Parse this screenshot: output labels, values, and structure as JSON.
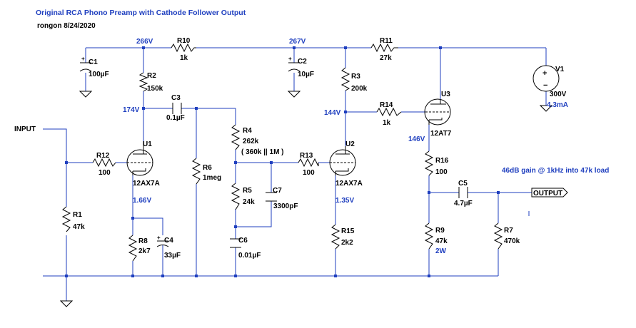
{
  "title": "Original RCA Phono Preamp with Cathode Follower Output",
  "author": "rongon 8/24/2020",
  "annotation": "46dB gain @ 1kHz into 47k load",
  "ports": {
    "input": "INPUT",
    "output": "OUTPUT"
  },
  "node_voltages": {
    "v266": "266V",
    "v267": "267V",
    "v174": "174V",
    "v144": "144V",
    "v146": "146V",
    "v166": "1.66V",
    "v135": "1.35V"
  },
  "components": {
    "R1": {
      "name": "R1",
      "value": "47k"
    },
    "R2": {
      "name": "R2",
      "value": "150k"
    },
    "R3": {
      "name": "R3",
      "value": "200k"
    },
    "R4": {
      "name": "R4",
      "value": "262k",
      "note": "( 360k || 1M )"
    },
    "R5": {
      "name": "R5",
      "value": "24k"
    },
    "R6": {
      "name": "R6",
      "value": "1meg"
    },
    "R7": {
      "name": "R7",
      "value": "470k"
    },
    "R8": {
      "name": "R8",
      "value": "2k7"
    },
    "R9": {
      "name": "R9",
      "value": "47k",
      "power": "2W"
    },
    "R10": {
      "name": "R10",
      "value": "1k"
    },
    "R11": {
      "name": "R11",
      "value": "27k"
    },
    "R12": {
      "name": "R12",
      "value": "100"
    },
    "R13": {
      "name": "R13",
      "value": "100"
    },
    "R14": {
      "name": "R14",
      "value": "1k"
    },
    "R15": {
      "name": "R15",
      "value": "2k2"
    },
    "R16": {
      "name": "R16",
      "value": "100"
    },
    "C1": {
      "name": "C1",
      "value": "100µF"
    },
    "C2": {
      "name": "C2",
      "value": "10µF"
    },
    "C3": {
      "name": "C3",
      "value": "0.1µF"
    },
    "C4": {
      "name": "C4",
      "value": "33µF"
    },
    "C5": {
      "name": "C5",
      "value": "4.7µF"
    },
    "C6": {
      "name": "C6",
      "value": "0.01µF"
    },
    "C7": {
      "name": "C7",
      "value": "3300pF"
    },
    "U1": {
      "name": "U1",
      "value": "12AX7A"
    },
    "U2": {
      "name": "U2",
      "value": "12AX7A"
    },
    "U3": {
      "name": "U3",
      "value": "12AT7"
    },
    "V1": {
      "name": "V1",
      "value": "300V",
      "current": "4.3mA"
    }
  }
}
